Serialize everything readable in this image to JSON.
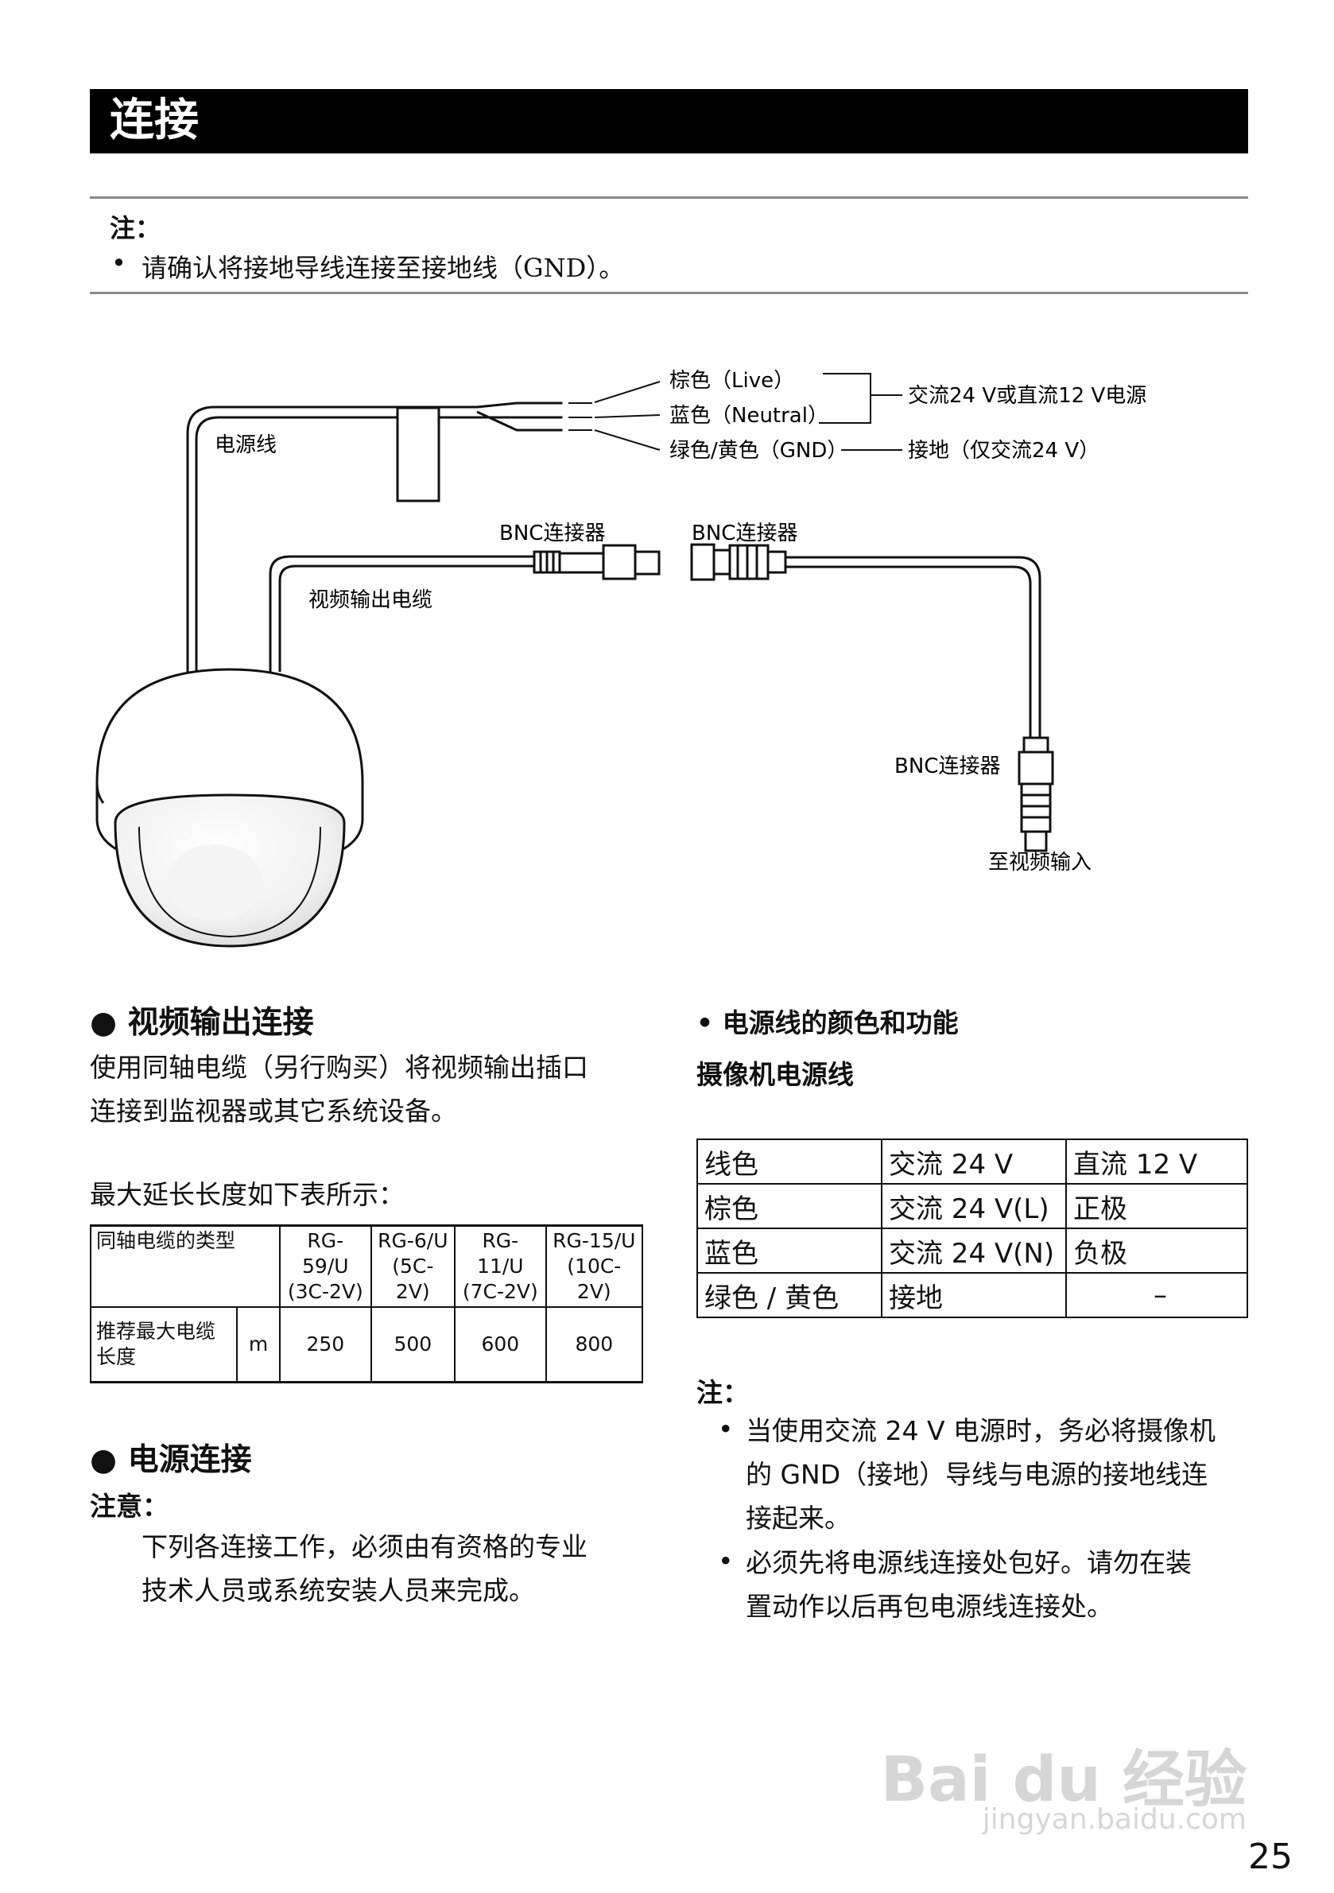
{
  "section_title": "连接",
  "top_note": {
    "label": "注：",
    "item": "请确认将接地导线连接至接地线（GND）。"
  },
  "diagram": {
    "power_cable": "电源线",
    "wire_brown": "棕色（Live）",
    "wire_blue": "蓝色（Neutral）",
    "wire_green_yellow": "绿色/黄色（GND）",
    "power_supply": "交流24 V或直流12 V电源",
    "ground": "接地（仅交流24 V）",
    "bnc_left": "BNC连接器",
    "bnc_right": "BNC连接器",
    "bnc_bottom": "BNC连接器",
    "video_cable": "视频输出电缆",
    "to_video_input": "至视频输入"
  },
  "video_section": {
    "heading": "● 视频输出连接",
    "para_line1": "使用同轴电缆（另行购买）将视频输出插口",
    "para_line2": "连接到监视器或其它系统设备。",
    "table_intro": "最大延长长度如下表所示：",
    "table": {
      "header_label": "同轴电缆的类型",
      "cable_types": [
        {
          "l1": "RG-59/U",
          "l2": "(3C-2V)"
        },
        {
          "l1": "RG-6/U",
          "l2": "(5C-2V)"
        },
        {
          "l1": "RG-11/U",
          "l2": "(7C-2V)"
        },
        {
          "l1": "RG-15/U",
          "l2": "(10C-2V)"
        }
      ],
      "row_label_l1": "推荐最大电缆",
      "row_label_l2": "长度",
      "unit": "m",
      "values": [
        "250",
        "500",
        "600",
        "800"
      ]
    }
  },
  "power_section": {
    "heading": "● 电源连接",
    "caution_label": "注意：",
    "caution_line1": "下列各连接工作，必须由有资格的专业",
    "caution_line2": "技术人员或系统安装人员来完成。"
  },
  "wire_colors": {
    "heading": "• 电源线的颜色和功能",
    "subheading": "摄像机电源线",
    "table": [
      [
        "线色",
        "交流 24 V",
        "直流 12 V"
      ],
      [
        "棕色",
        "交流 24 V(L)",
        "正极"
      ],
      [
        "蓝色",
        "交流 24 V(N)",
        "负极"
      ],
      [
        "绿色 / 黄色",
        "接地",
        "–"
      ]
    ]
  },
  "right_note": {
    "label": "注：",
    "item1_l1": "当使用交流 24 V 电源时，务必将摄像机",
    "item1_l2": "的 GND（接地）导线与电源的接地线连",
    "item1_l3": "接起来。",
    "item2_l1": "必须先将电源线连接处包好。请勿在装",
    "item2_l2": "置动作以后再包电源线连接处。"
  },
  "watermark": {
    "main": "Bai du 经验",
    "sub": "jingyan.baidu.com"
  },
  "page_number": "25"
}
